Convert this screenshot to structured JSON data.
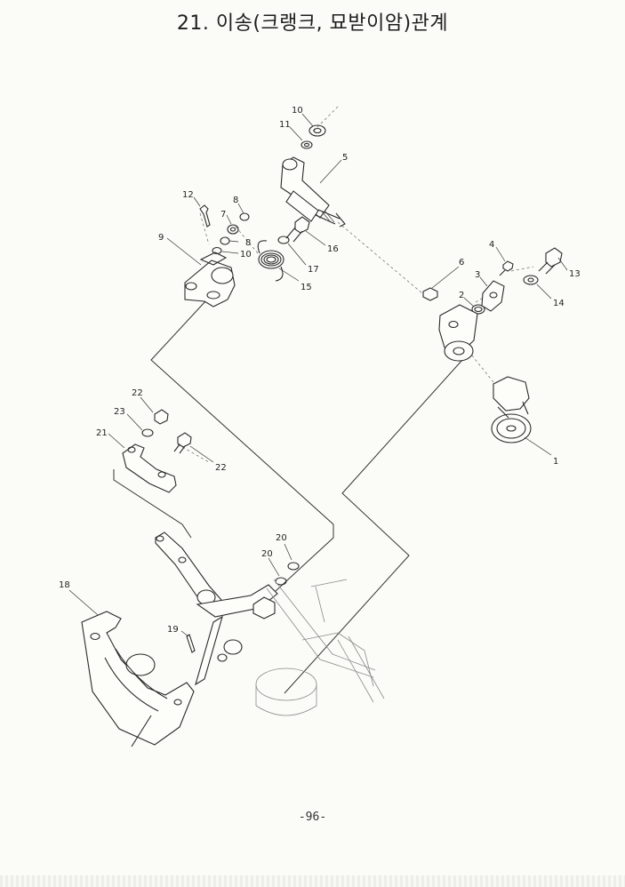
{
  "title": "21. 이송(크랭크, 묘받이암)관계",
  "page_number": "-96-",
  "callouts": {
    "c1": "1",
    "c2": "2",
    "c3": "3",
    "c4": "4",
    "c5": "5",
    "c6": "6",
    "c7": "7",
    "c8a": "8",
    "c8b": "8",
    "c9": "9",
    "c10a": "10",
    "c10b": "10",
    "c11": "11",
    "c12": "12",
    "c13": "13",
    "c14": "14",
    "c15": "15",
    "c16": "16",
    "c17": "17",
    "c18": "18",
    "c19": "19",
    "c20a": "20",
    "c20b": "20",
    "c21": "21",
    "c22a": "22",
    "c22b": "22",
    "c23": "23"
  }
}
